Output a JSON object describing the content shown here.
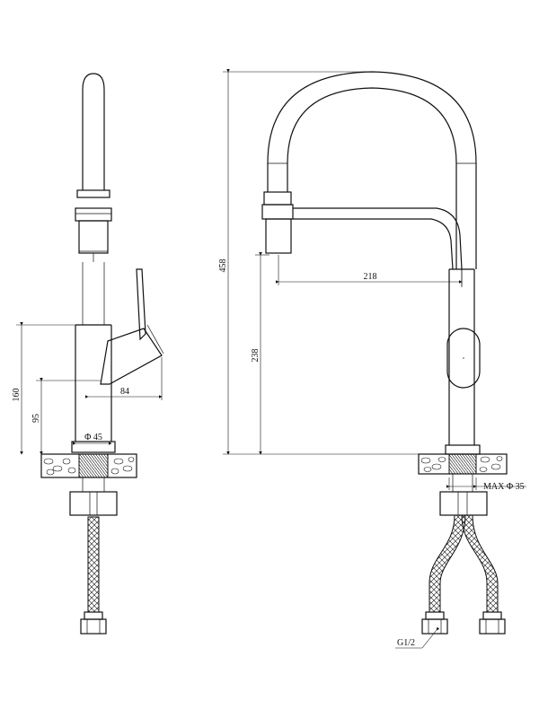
{
  "dimensions": {
    "side_height_total": "160",
    "side_lever_height": "95",
    "side_lever_reach": "84",
    "side_body_diameter": "Φ 45",
    "front_total_height": "458",
    "front_spout_reach": "218",
    "front_spout_height": "238",
    "front_max_hole": "MAX Φ 35",
    "front_connector": "G1/2"
  },
  "colors": {
    "stroke": "#111111",
    "background": "#ffffff"
  }
}
